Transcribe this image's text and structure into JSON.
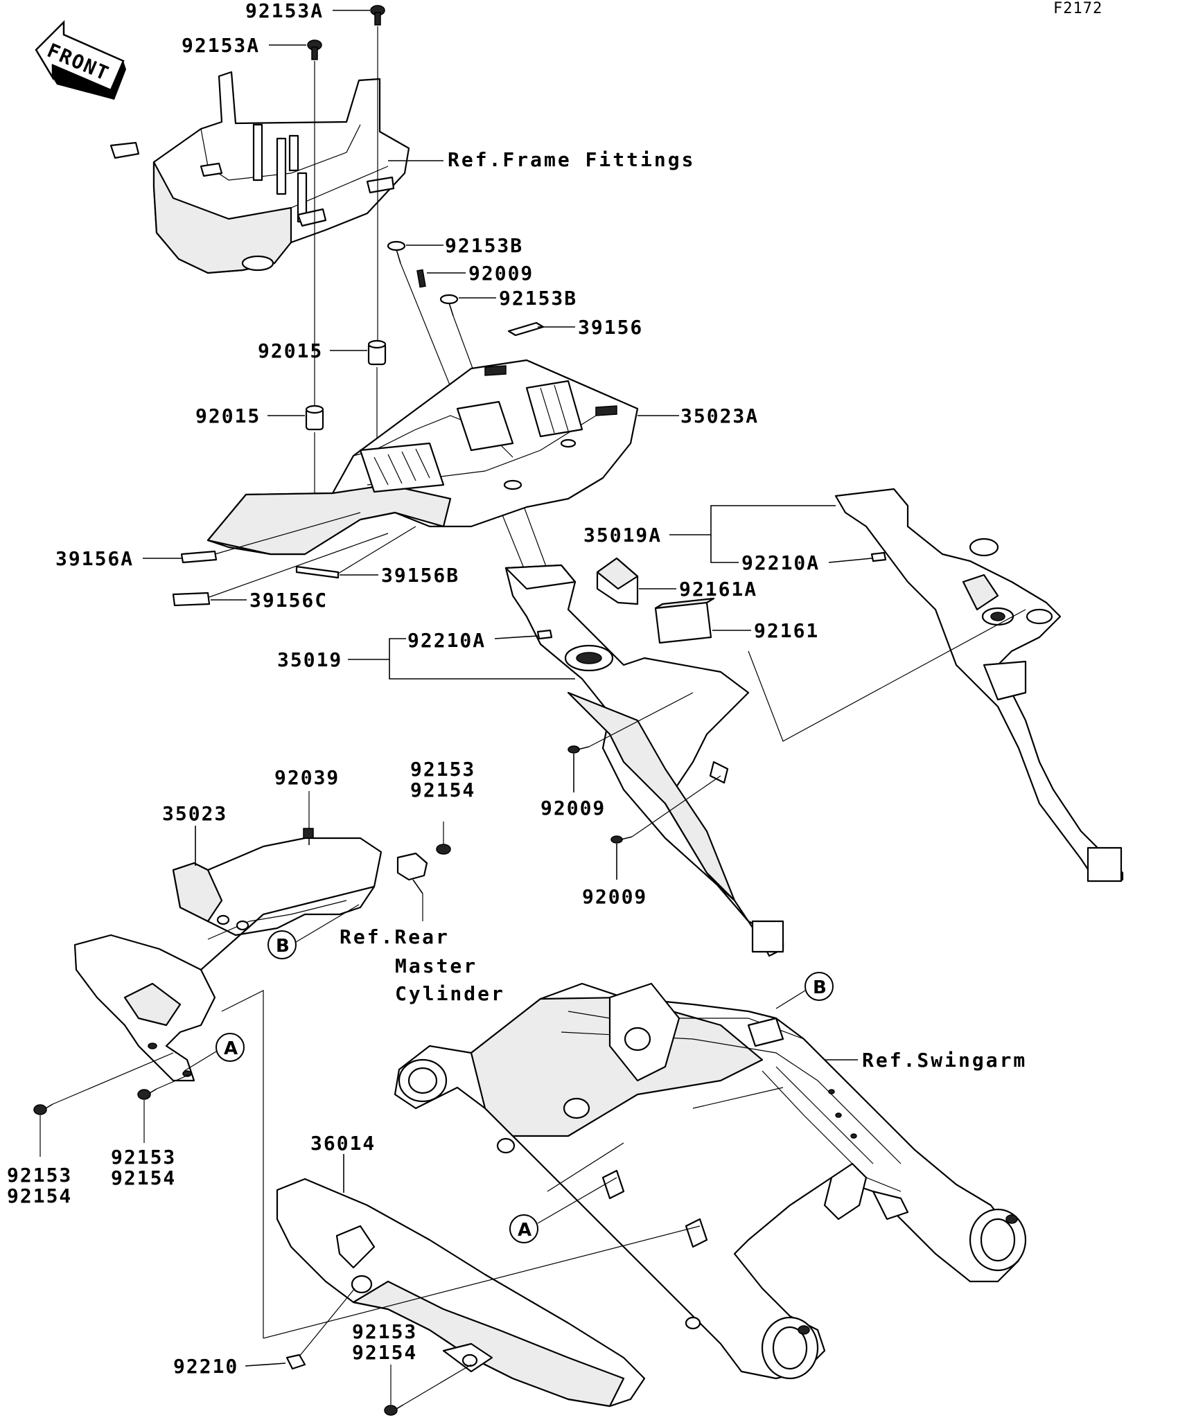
{
  "diagram_code": "F2172",
  "front_arrow_label": "FRONT",
  "references": {
    "frame_fittings": "Ref.Frame Fittings",
    "rear_master_cylinder": [
      "Ref.Rear",
      "Master",
      "Cylinder"
    ],
    "swingarm": "Ref.Swingarm"
  },
  "callouts": {
    "a": "A",
    "b": "B"
  },
  "parts": {
    "p92153A_top": "92153A",
    "p92153A_second": "92153A",
    "p92153B_first": "92153B",
    "p92009_top": "92009",
    "p92153B_second": "92153B",
    "p39156": "39156",
    "p92015_upper": "92015",
    "p35023A": "35023A",
    "p92015_lower": "92015",
    "p35019A": "35019A",
    "p92210A_right": "92210A",
    "p39156A": "39156A",
    "p39156B": "39156B",
    "p92161A": "92161A",
    "p39156C": "39156C",
    "p92161": "92161",
    "p92210A_left": "92210A",
    "p35019": "35019",
    "p92039": "92039",
    "p92153_92154_mid": [
      "92153",
      "92154"
    ],
    "p35023": "35023",
    "p92009_mid": "92009",
    "p92009_lower": "92009",
    "p92153_92154_left": [
      "92153",
      "92154"
    ],
    "p92153_92154_inner": [
      "92153",
      "92154"
    ],
    "p36014": "36014",
    "p92153_92154_bottom": [
      "92153",
      "92154"
    ],
    "p92210": "92210"
  }
}
